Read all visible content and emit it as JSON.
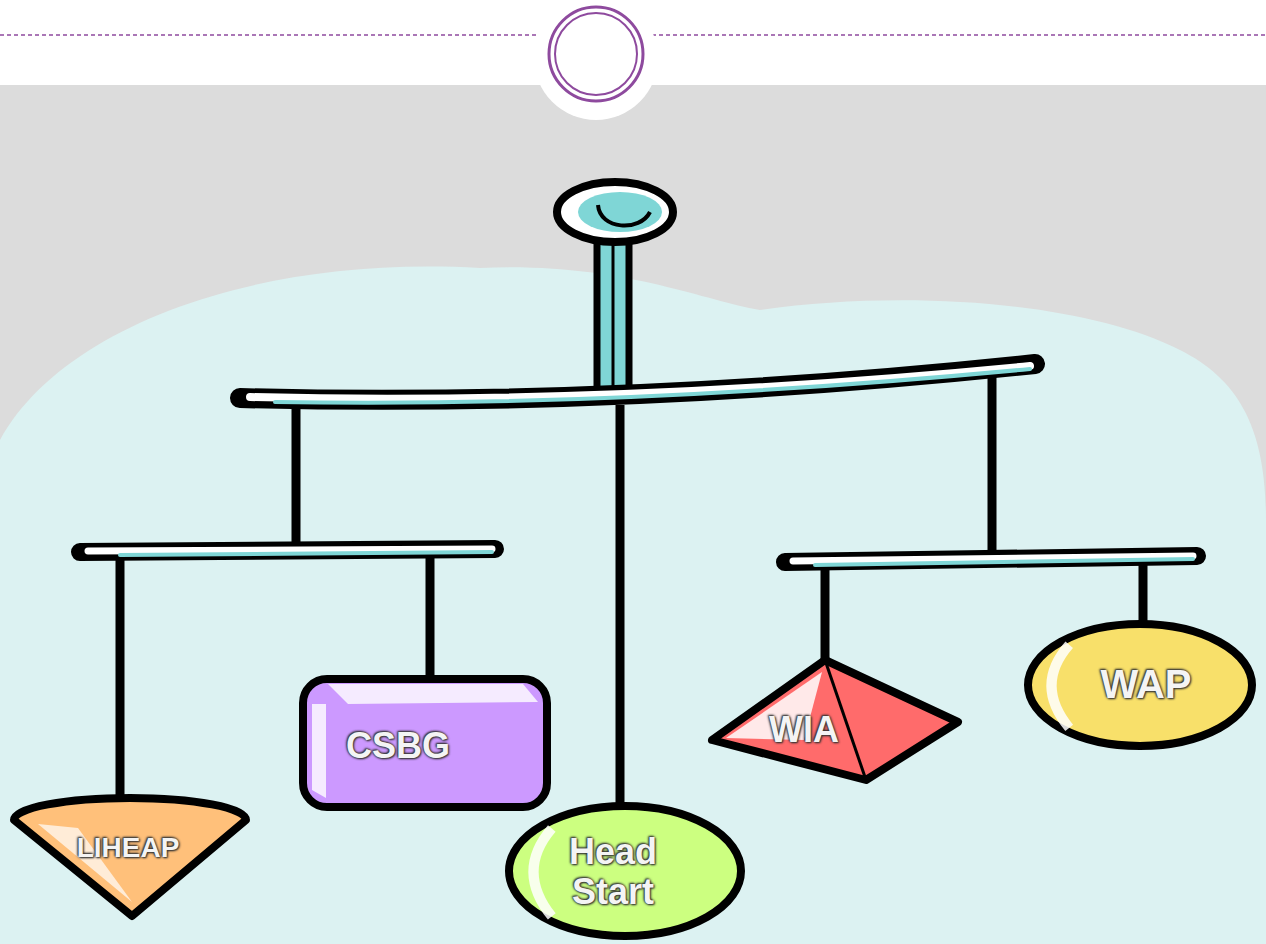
{
  "diagram": {
    "nodes": [
      {
        "text": [
          "LIHEAP"
        ]
      },
      {
        "text": [
          "CSBG"
        ]
      },
      {
        "text": [
          "Head Start"
        ]
      },
      {
        "text": [
          "WIA"
        ]
      },
      {
        "text": [
          "WAP"
        ]
      }
    ]
  }
}
